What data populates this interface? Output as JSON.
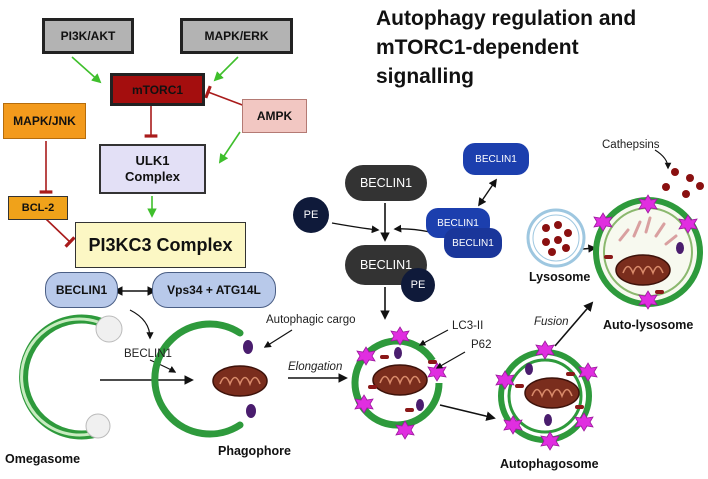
{
  "title_lines": [
    "Autophagy regulation and",
    "mTORC1-dependent",
    "signalling"
  ],
  "boxes": {
    "pi3k_akt": "PI3K/AKT",
    "mapk_erk": "MAPK/ERK",
    "mtorc1": "mTORC1",
    "ampk": "AMPK",
    "mapk_jnk": "MAPK/JNK",
    "ulk1": "ULK1 Complex",
    "bcl2": "BCL-2",
    "pi3kc3": "PI3KC3 Complex",
    "beclin1_pill": "BECLIN1",
    "vps34": "Vps34 + ATG14L"
  },
  "right_nodes": {
    "beclin1_top": "BECLIN1",
    "beclin1_mid": "BECLIN1",
    "pe_left": "PE",
    "pe_right": "PE",
    "beclin1_blue_top": "BECLIN1",
    "beclin1_blue_a": "BECLIN1",
    "beclin1_blue_b": "BECLIN1"
  },
  "labels": {
    "beclin1_arrow": "BECLIN1",
    "omegasome": "Omegasome",
    "phagophore": "Phagophore",
    "autophagic_cargo": "Autophagic cargo",
    "elongation": "Elongation",
    "lc3": "LC3-II",
    "p62": "P62",
    "autophagosome": "Autophagosome",
    "fusion": "Fusion",
    "lysosome": "Lysosome",
    "cathepsins": "Cathepsins",
    "auto_lysosome": "Auto-lysosome"
  },
  "colors": {
    "grey_box": "#b3b3b3",
    "mtorc1": "#a40e0e",
    "ampk": "#f2c7c2",
    "mapk_jnk": "#f39a1c",
    "bcl2": "#f0a21a",
    "ulk1": "#e3e0f6",
    "pi3kc3": "#fcf7c4",
    "pill": "#b8c9ea",
    "green_arrow": "#3fbf2c",
    "inhibit": "#a91b1b",
    "membrane": "#2e9a3c",
    "magenta": "#e02ee0",
    "navy_node": "#0f1a3a",
    "blue_node": "#1c3fae"
  }
}
